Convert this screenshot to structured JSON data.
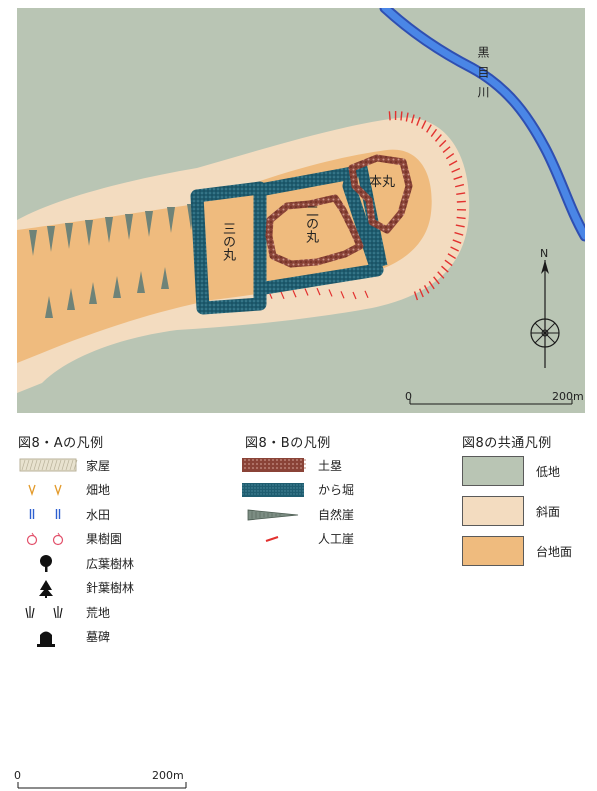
{
  "map": {
    "labels": {
      "honmaru": "本丸",
      "ninomaru": "二の丸",
      "sannomaru": "三の丸",
      "river": "黒目川"
    },
    "north": "N",
    "scale_top": {
      "start": "0",
      "end": "200m"
    },
    "colors": {
      "lowland": "#b9c5b4",
      "slope": "#f3dcc0",
      "plateau": "#efbb7e",
      "river": "#3f74d6",
      "river_bank": "#2f4fb1",
      "earthwork": "#7a3a32",
      "dry_moat": "#1e5a6e",
      "artificial_cliff": "#e2312f"
    }
  },
  "legend_a": {
    "title": "図8・Aの凡例",
    "items": [
      {
        "icon": "house-hatch",
        "label": "家屋"
      },
      {
        "icon": "v-mark",
        "label": "畑地"
      },
      {
        "icon": "double-bar",
        "label": "水田"
      },
      {
        "icon": "circle-mark",
        "label": "果樹園"
      },
      {
        "icon": "broadleaf-tree",
        "label": "広葉樹林"
      },
      {
        "icon": "conifer-tree",
        "label": "針葉樹林"
      },
      {
        "icon": "grass-tuft",
        "label": "荒地"
      },
      {
        "icon": "gravestone",
        "label": "墓碑"
      }
    ]
  },
  "legend_b": {
    "title": "図8・Bの凡例",
    "items": [
      {
        "icon": "earthwork-swatch",
        "label": "土塁"
      },
      {
        "icon": "moat-swatch",
        "label": "から堀"
      },
      {
        "icon": "natural-cliff-wedge",
        "label": "自然崖"
      },
      {
        "icon": "artificial-cliff-dash",
        "label": "人工崖"
      }
    ]
  },
  "legend_common": {
    "title": "図8の共通凡例",
    "items": [
      {
        "label": "低地",
        "color": "#b9c5b4"
      },
      {
        "label": "斜面",
        "color": "#f3dcc0"
      },
      {
        "label": "台地面",
        "color": "#efbb7e"
      }
    ]
  },
  "scale_bottom": {
    "start": "0",
    "end": "200m"
  }
}
